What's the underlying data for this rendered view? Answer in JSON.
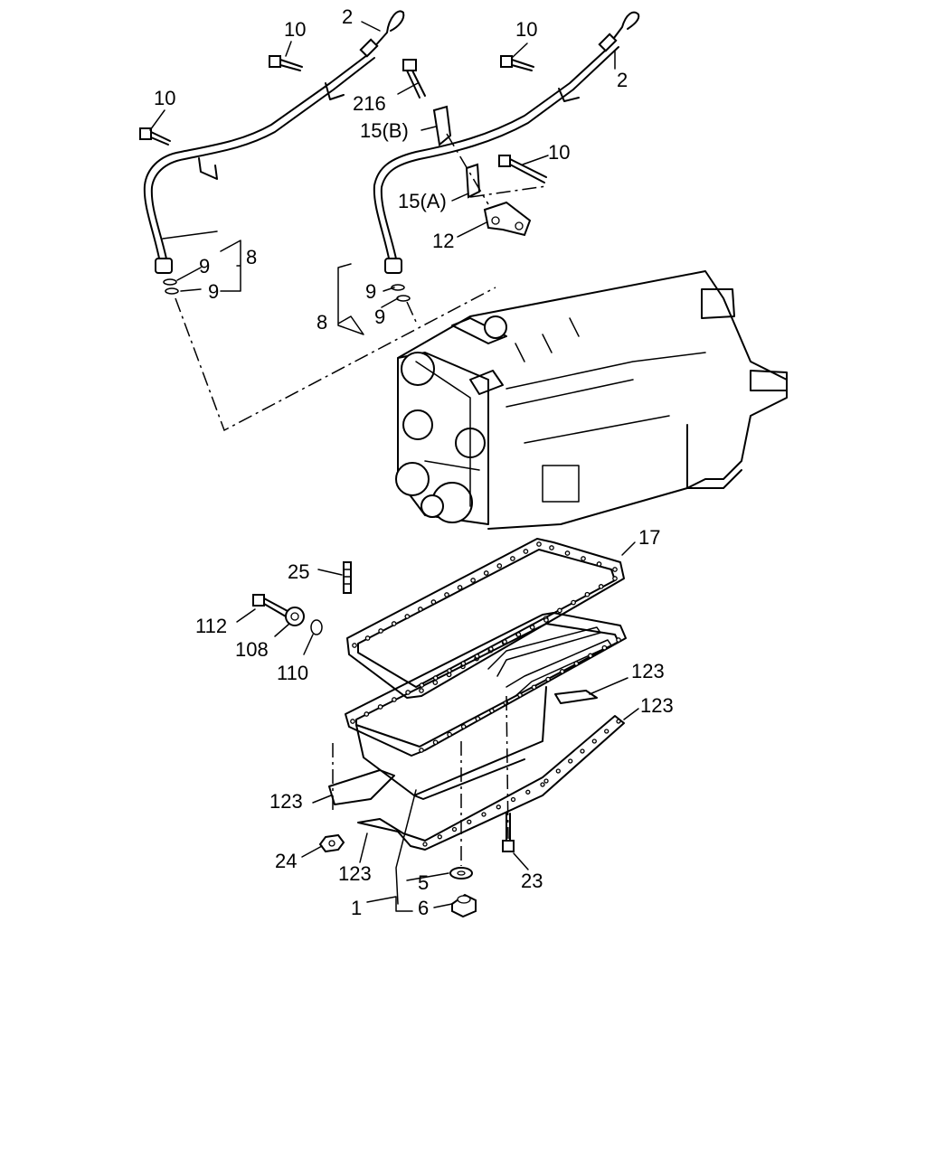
{
  "callouts": {
    "dipstick_right": "2",
    "dipstick_left": "2",
    "bolt_top_left": "10",
    "bolt_far_left": "10",
    "bolt_top_right": "10",
    "bolt_mid_right": "10",
    "bolt_216": "216",
    "bracket_15b": "15(B)",
    "bracket_15a": "15(A)",
    "clamp_12": "12",
    "oring_left_upper": "9",
    "oring_left_lower": "9",
    "tube_left": "8",
    "oring_right_upper": "9",
    "oring_right_lower": "9",
    "tube_right": "8",
    "gasket_17": "17",
    "stud_25": "25",
    "bolt_112": "112",
    "adapter_108": "108",
    "oring_110": "110",
    "gasket_123_a": "123",
    "gasket_123_b": "123",
    "gasket_123_c": "123",
    "gasket_123_d": "123",
    "nut_24": "24",
    "washer_5": "5",
    "oil_pan_1": "1",
    "drain_plug_6": "6",
    "bolt_23": "23"
  }
}
